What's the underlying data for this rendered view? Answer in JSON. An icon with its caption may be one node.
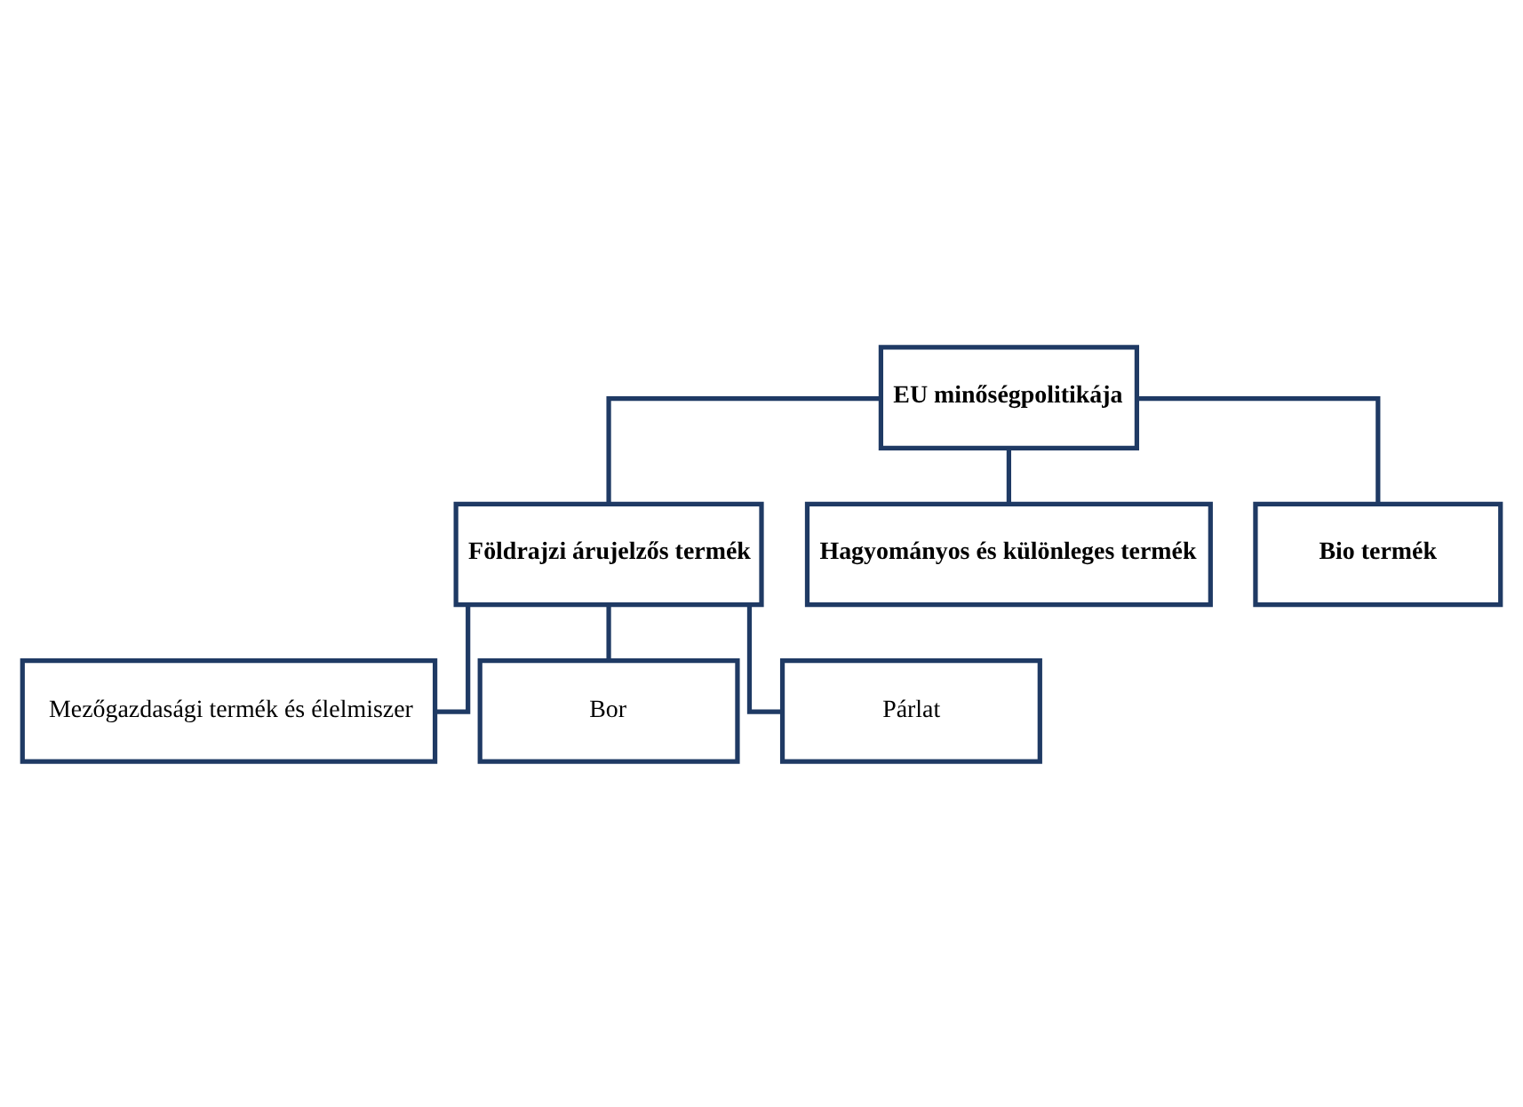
{
  "diagram": {
    "nodes": [
      {
        "text": [
          "EU minőségpolitikája"
        ]
      },
      {
        "text": [
          "Földrajzi árujelzős termék"
        ]
      },
      {
        "text": [
          "Hagyományos és különleges termék"
        ]
      },
      {
        "text": [
          "Bio termék"
        ]
      },
      {
        "text": [
          "Mezőgazdasági termék és élelmiszer"
        ]
      },
      {
        "text": [
          "Bor"
        ]
      },
      {
        "text": [
          "Párlat"
        ]
      }
    ],
    "edges": [
      {
        "from": 0,
        "to": 1,
        "arrow": "none"
      },
      {
        "from": 0,
        "to": 2,
        "arrow": "none"
      },
      {
        "from": 0,
        "to": 3,
        "arrow": "none"
      },
      {
        "from": 1,
        "to": 4,
        "arrow": "none"
      },
      {
        "from": 1,
        "to": 5,
        "arrow": "none"
      },
      {
        "from": 1,
        "to": 6,
        "arrow": "none"
      }
    ]
  }
}
